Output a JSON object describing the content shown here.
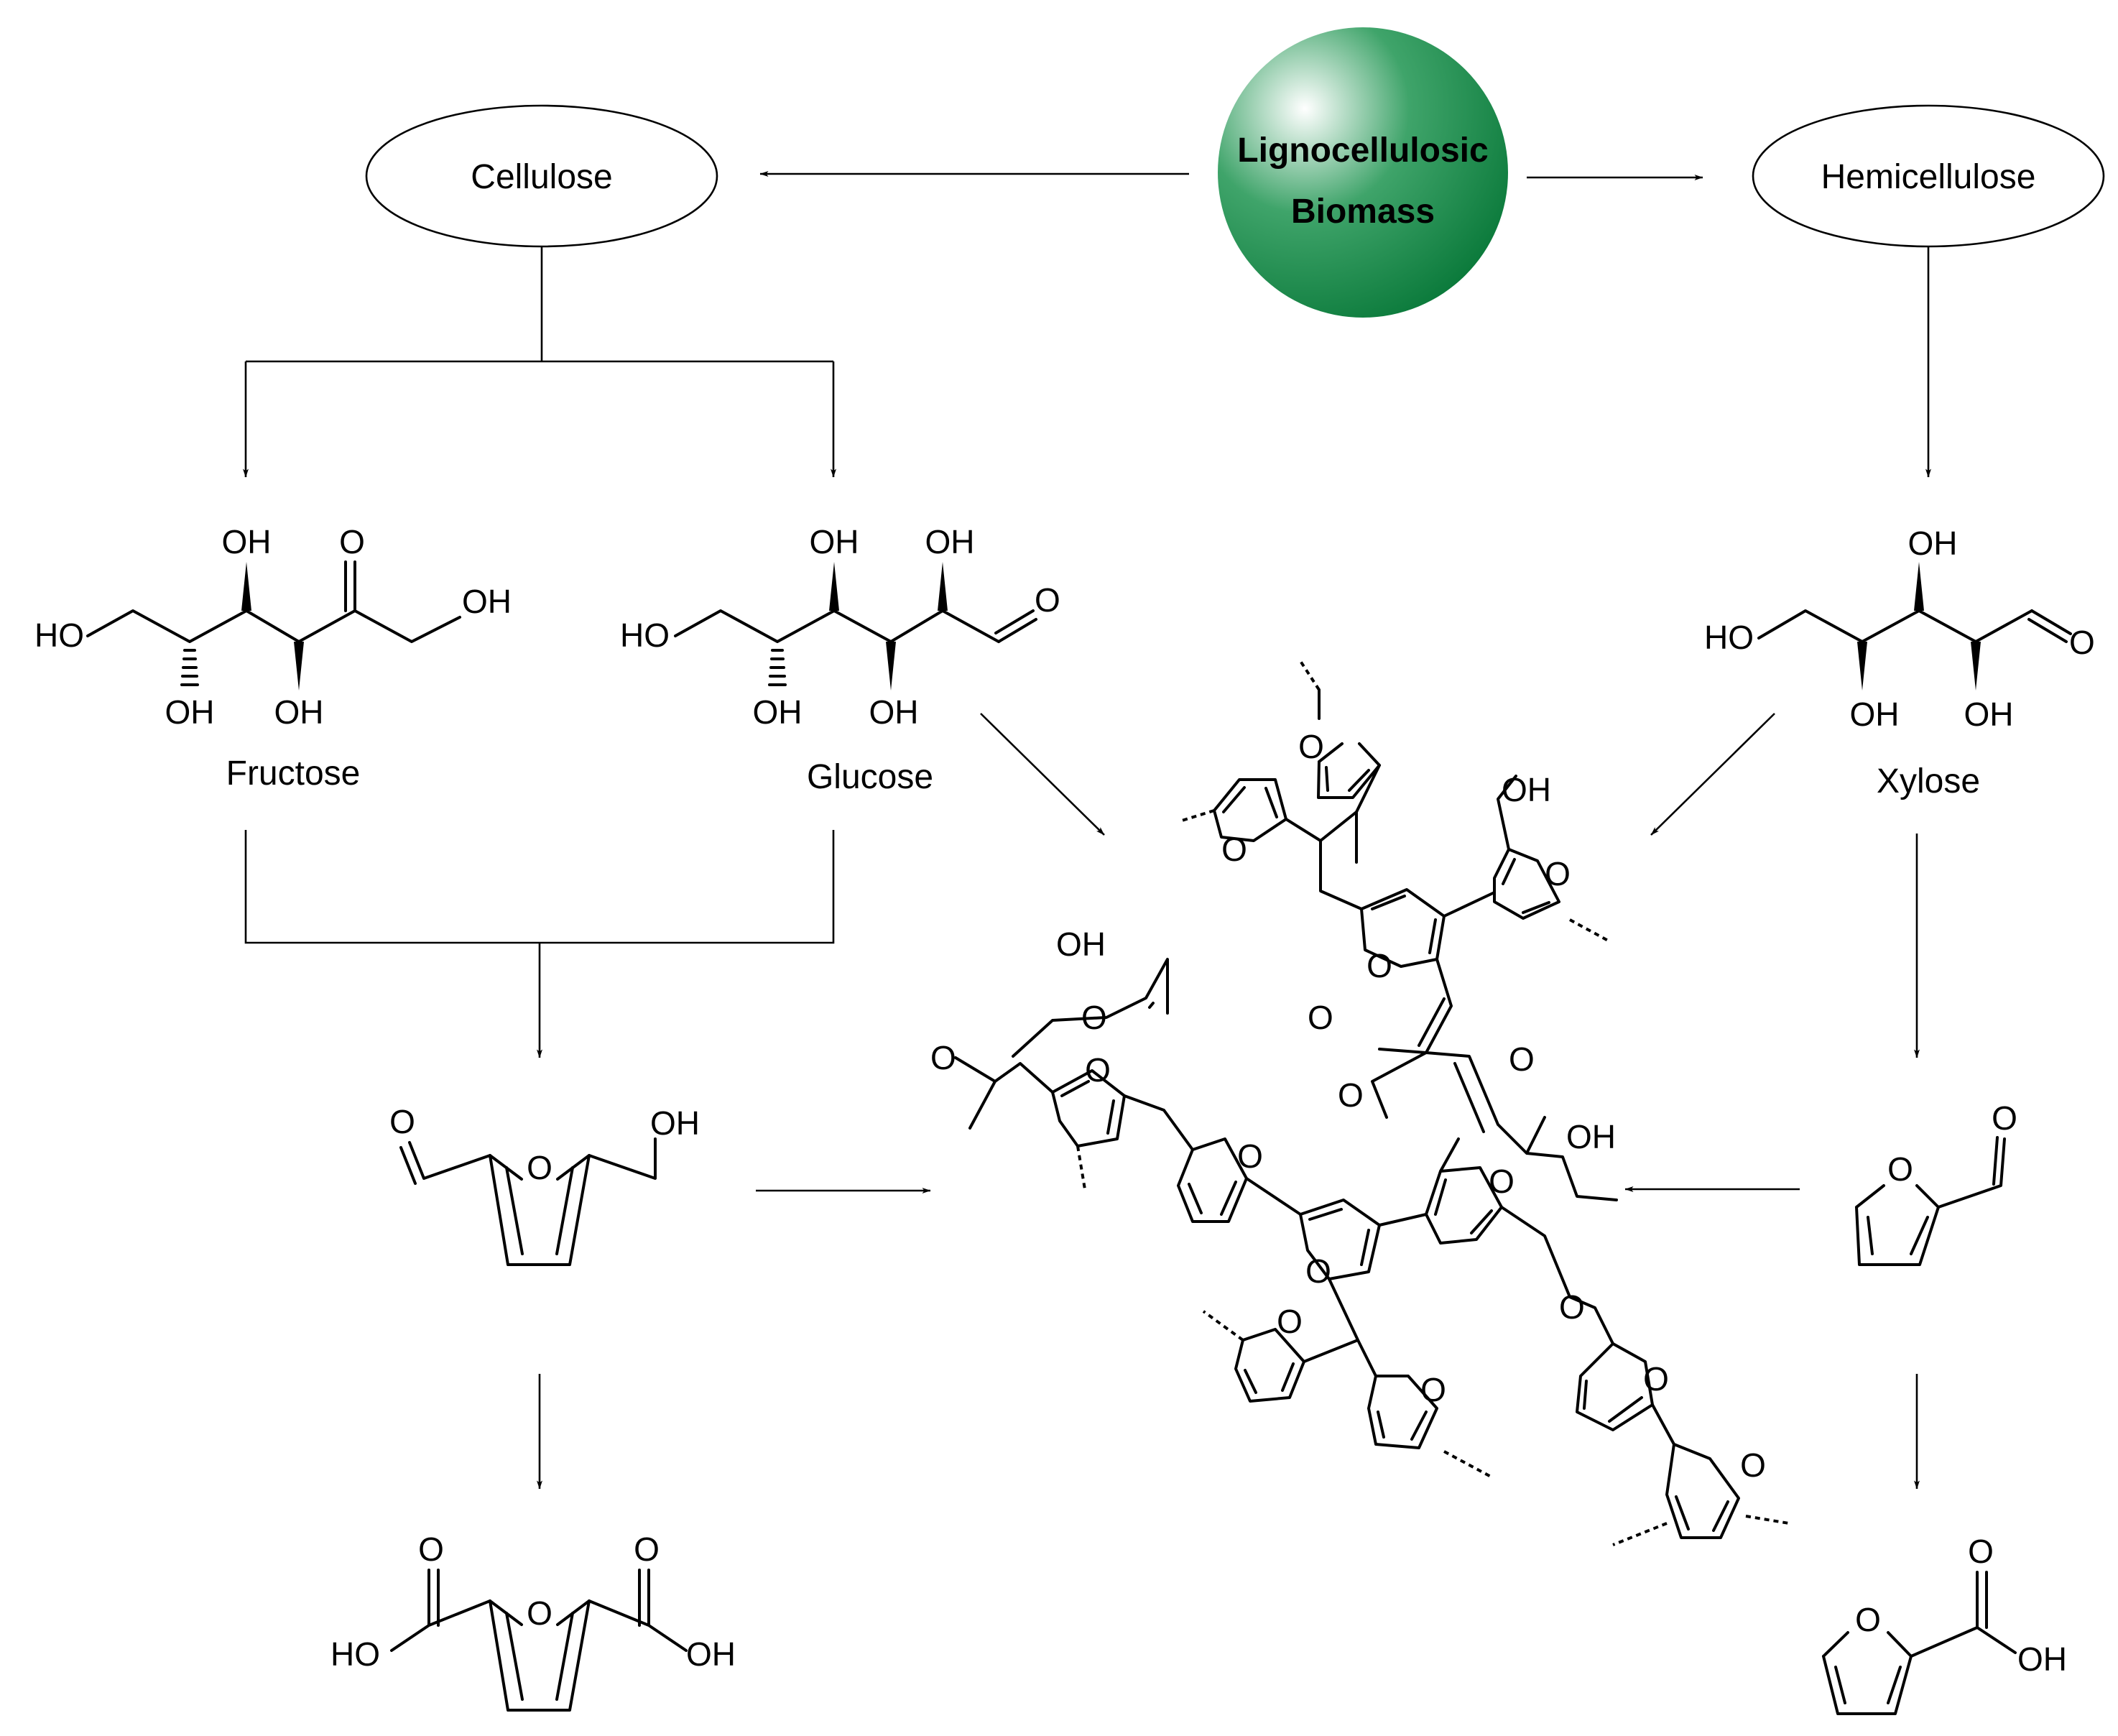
{
  "biomass": {
    "line1": "Lignocellulosic",
    "line2": "Biomass",
    "color_light": "#ffffff",
    "color_mid": "#3fa46a",
    "color_dark": "#0b7a3b"
  },
  "nodes": {
    "cellulose": "Cellulose",
    "hemicellulose": "Hemicellulose",
    "fructose": "Fructose",
    "glucose": "Glucose",
    "xylose": "Xylose"
  },
  "atoms": {
    "oh": "OH",
    "ho": "HO",
    "o": "O"
  }
}
